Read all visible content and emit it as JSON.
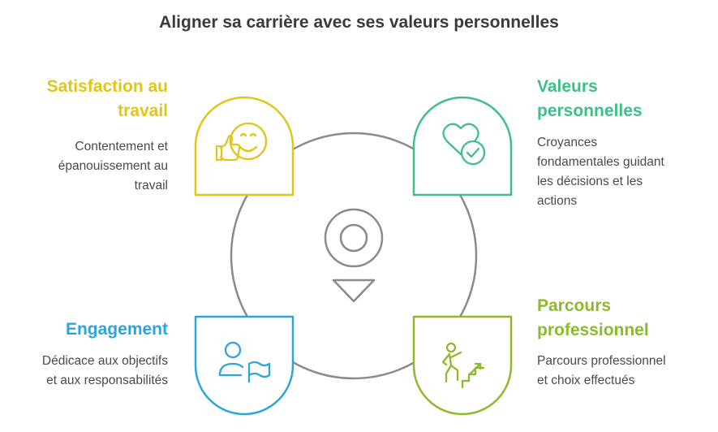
{
  "title": "Aligner sa carrière avec ses valeurs personnelles",
  "colors": {
    "yellow": "#e1c619",
    "green": "#3fbf86",
    "blue": "#2aa6dc",
    "lime": "#8dba2c",
    "circle": "#8a8a8a"
  },
  "nodes": {
    "satisfaction": {
      "title_line1": "Satisfaction au",
      "title_line2": "travail",
      "desc_line1": "Contentement et",
      "desc_line2": "épanouissement au",
      "desc_line3": "travail",
      "icon": "smiley-thumbs-up-icon"
    },
    "valeurs": {
      "title_line1": "Valeurs",
      "title_line2": "personnelles",
      "desc_line1": "Croyances",
      "desc_line2": "fondamentales guidant",
      "desc_line3": "les décisions et les",
      "desc_line4": "actions",
      "icon": "heart-check-icon"
    },
    "engagement": {
      "title_line1": "Engagement",
      "desc_line1": "Dédicace aux objectifs",
      "desc_line2": "et aux responsabilités",
      "icon": "person-flag-icon"
    },
    "parcours": {
      "title_line1": "Parcours",
      "title_line2": "professionnel",
      "desc_line1": "Parcours professionnel",
      "desc_line2": "et choix effectués",
      "icon": "person-climbing-stairs-icon"
    }
  },
  "center_icon": "location-pin-icon"
}
